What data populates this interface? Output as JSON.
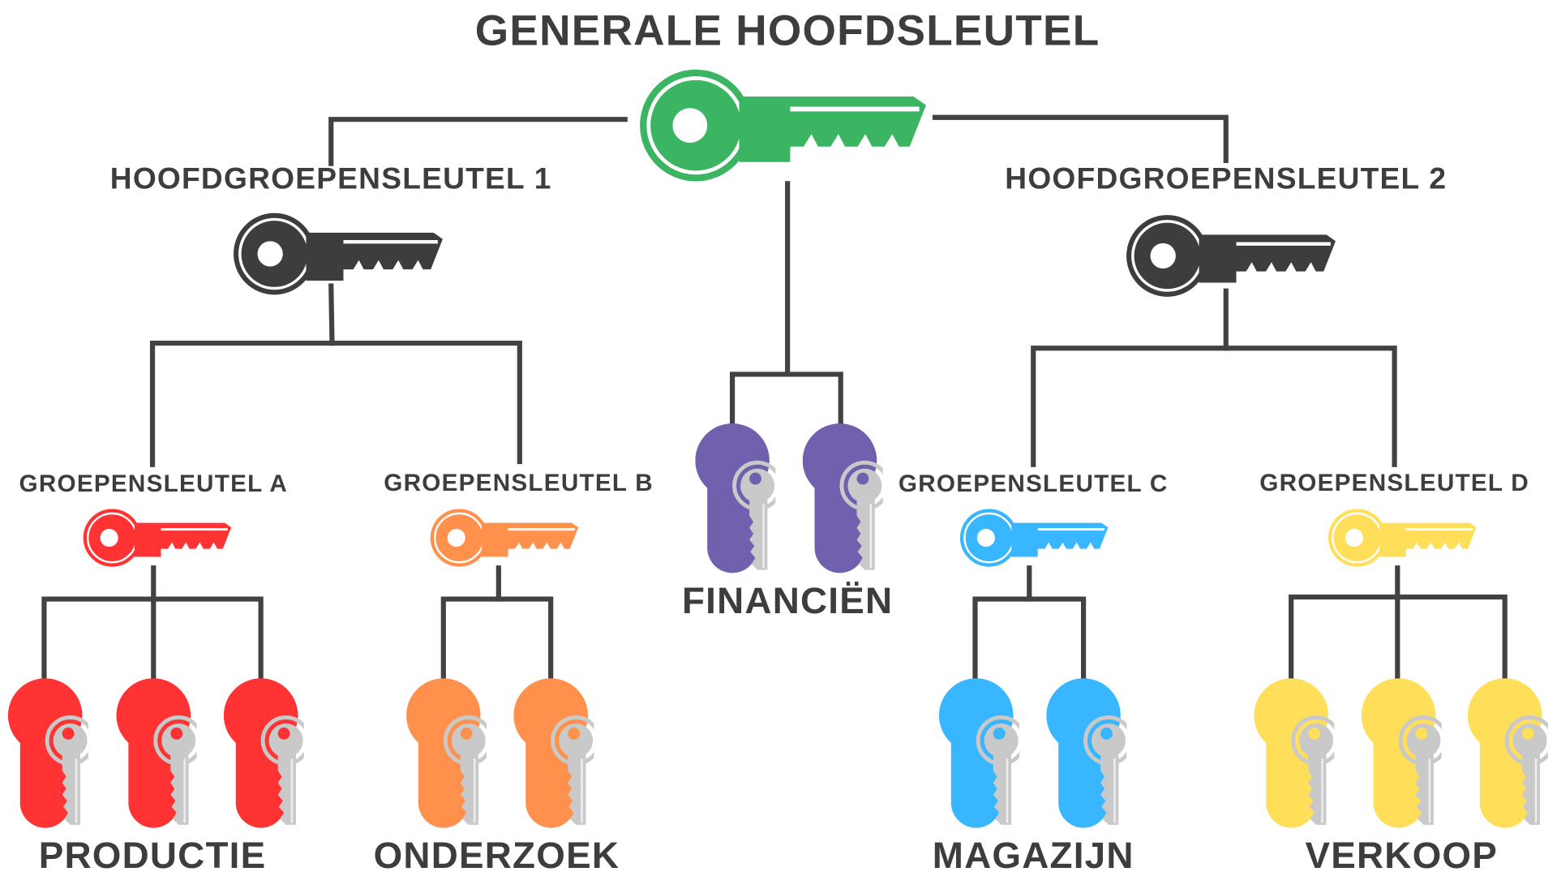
{
  "title": "GENERALE HOOFDSLEUTEL",
  "main_keys": [
    "HOOFDGROEPENSLEUTEL 1",
    "HOOFDGROEPENSLEUTEL 2"
  ],
  "group_keys": [
    "GROEPENSLEUTEL A",
    "GROEPENSLEUTEL B",
    "GROEPENSLEUTEL C",
    "GROEPENSLEUTEL D"
  ],
  "departments": [
    "PRODUCTIE",
    "ONDERZOEK",
    "FINANCIËN",
    "MAGAZIJN",
    "VERKOOP"
  ],
  "colors": {
    "master": "#3cb563",
    "main": "#3d3d3d",
    "group_a": "#ff3333",
    "group_b": "#ff914d",
    "group_c": "#38b6ff",
    "group_d": "#ffde59",
    "finance": "#7160ae",
    "lines": "#424242",
    "key_gray": "#c9c9c9"
  }
}
